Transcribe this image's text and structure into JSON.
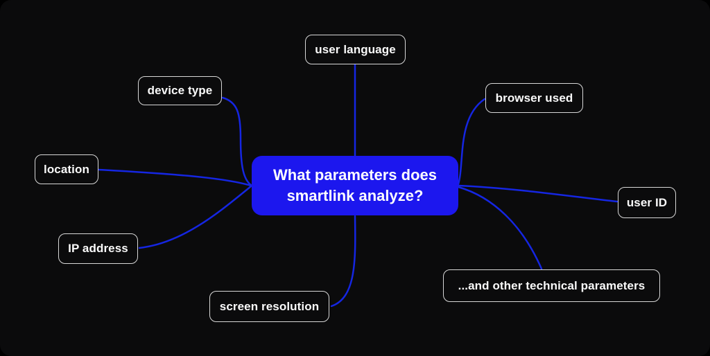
{
  "diagram": {
    "type": "mindmap",
    "center_node": {
      "label": "What parameters does smartlink analyze?",
      "line1": "What parameters does",
      "line2": "smartlink analyze?"
    },
    "branches": [
      {
        "id": "user-language",
        "label": "user language"
      },
      {
        "id": "device-type",
        "label": "device type"
      },
      {
        "id": "browser-used",
        "label": "browser used"
      },
      {
        "id": "location",
        "label": "location"
      },
      {
        "id": "user-id",
        "label": "user ID"
      },
      {
        "id": "ip-address",
        "label": "IP address"
      },
      {
        "id": "screen-resolution",
        "label": "screen resolution"
      },
      {
        "id": "and-other",
        "label": "...and other technical parameters"
      }
    ]
  },
  "colors": {
    "outer_bg": "#000000",
    "canvas_bg": "#0b0b0c",
    "node_bg": "#1c17ee",
    "node_text": "#ffffff",
    "branch_border": "#d8d8d8",
    "branch_bg": "#0b0b0c",
    "branch_text": "#fafafa",
    "line": "#1526e2"
  }
}
